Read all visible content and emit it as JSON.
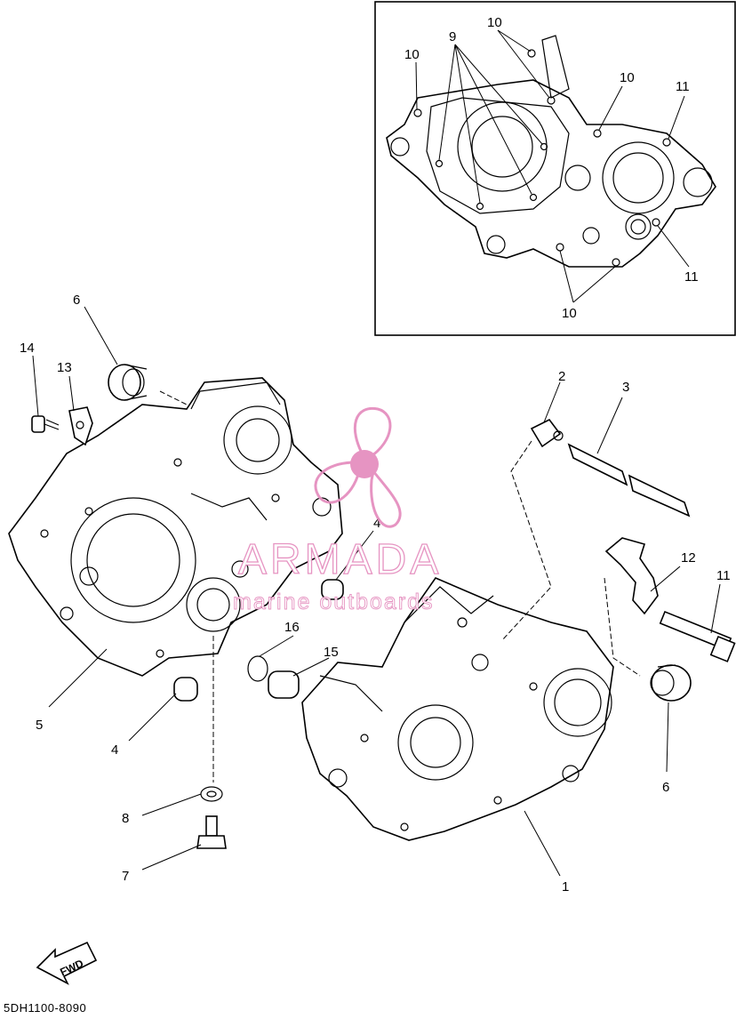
{
  "diagram": {
    "code": "5DH1100-8090",
    "fwd_label": "FWD",
    "callouts": {
      "c9": "9",
      "c10a": "10",
      "c10b": "10",
      "c10c": "10",
      "c10d": "10",
      "c11a": "11",
      "c11b": "11",
      "c11c": "11",
      "c1": "1",
      "c2": "2",
      "c3": "3",
      "c4a": "4",
      "c4b": "4",
      "c5": "5",
      "c6a": "6",
      "c6b": "6",
      "c7": "7",
      "c8": "8",
      "c12": "12",
      "c13": "13",
      "c14": "14",
      "c15": "15",
      "c16": "16"
    }
  },
  "watermark": {
    "brand": "ARMADA",
    "tagline": "marine outboards",
    "color": "#e58fbf"
  }
}
